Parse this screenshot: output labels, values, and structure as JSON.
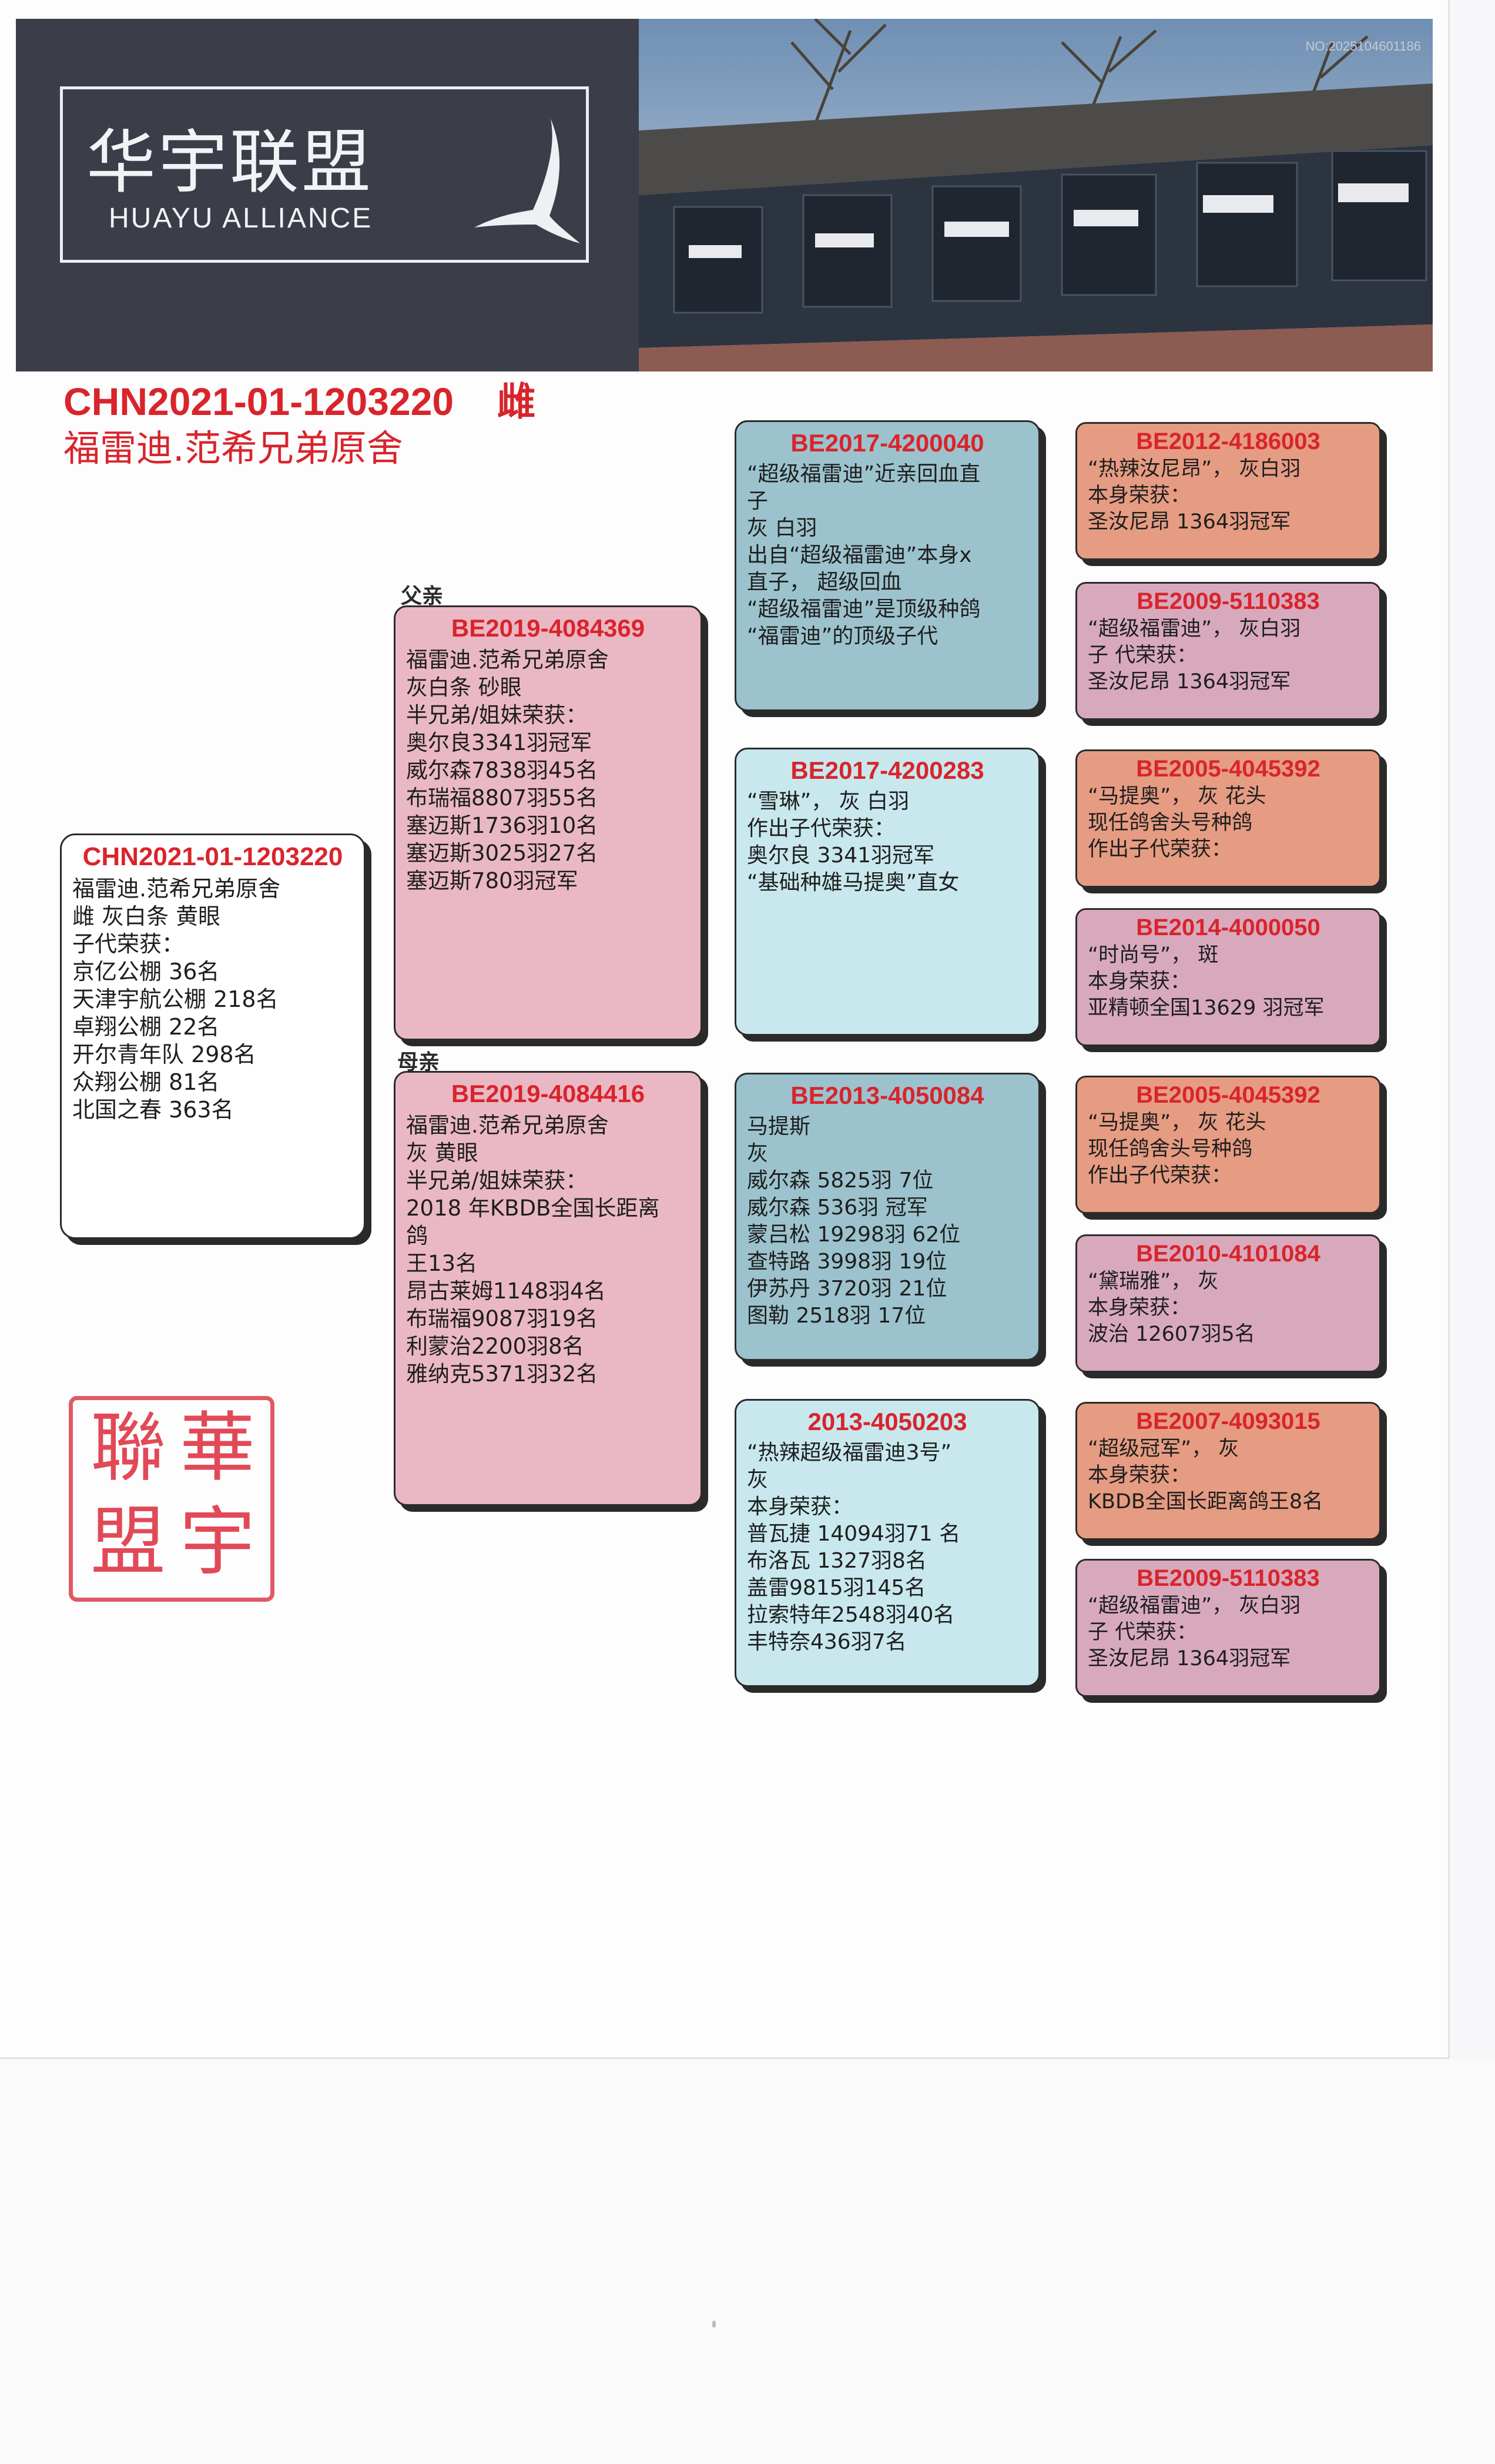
{
  "header": {
    "logo_cn": "华宇联盟",
    "logo_en": "HUAYU ALLIANCE",
    "serial": "NO:2025104601186"
  },
  "title": {
    "ring": "CHN2021-01-1203220    雌",
    "loft": "福雷迪.范希兄弟原舍"
  },
  "subject": {
    "code": "CHN2021-01-1203220",
    "lines": [
      "福雷迪.范希兄弟原舍",
      "雌    灰白条    黄眼",
      "子代荣获：",
      "京亿公棚 36名",
      "天津宇航公棚 218名",
      "卓翔公棚 22名",
      "开尔青年队 298名",
      "众翔公棚 81名",
      "北国之春 363名"
    ]
  },
  "labels": {
    "father": "父亲",
    "mother": "母亲"
  },
  "father": {
    "code": "BE2019-4084369",
    "lines": [
      "福雷迪.范希兄弟原舍",
      "灰白条    砂眼",
      "半兄弟/姐妹荣获：",
      "奥尔良3341羽冠军",
      "威尔森7838羽45名",
      "布瑞福8807羽55名",
      "塞迈斯1736羽10名",
      "塞迈斯3025羽27名",
      "塞迈斯780羽冠军"
    ]
  },
  "mother": {
    "code": "BE2019-4084416",
    "lines": [
      "福雷迪.范希兄弟原舍",
      "灰    黄眼",
      "半兄弟/姐妹荣获：",
      "2018 年KBDB全国长距离",
      "鸽",
      "王13名",
      "昂古莱姆1148羽4名",
      "布瑞福9087羽19名",
      "利蒙治2200羽8名",
      "雅纳克5371羽32名"
    ]
  },
  "gen2": [
    {
      "code": "BE2017-4200040",
      "lines": [
        "“超级福雷迪”近亲回血直",
        "子",
        "灰 白羽",
        "出自“超级福雷迪”本身x",
        "直子，  超级回血",
        "“超级福雷迪”是顶级种鸽",
        "“福雷迪”的顶级子代"
      ]
    },
    {
      "code": "BE2017-4200283",
      "lines": [
        "“雪琳”，   灰 白羽",
        "作出子代荣获：",
        "奥尔良 3341羽冠军",
        "“基础种雄马提奥”直女"
      ]
    },
    {
      "code": "BE2013-4050084",
      "lines": [
        "马提斯",
        "灰",
        "威尔森   5825羽  7位",
        "威尔森    536羽 冠军",
        "蒙吕松 19298羽 62位",
        "查特路   3998羽 19位",
        "伊苏丹   3720羽 21位",
        "图勒     2518羽 17位"
      ]
    },
    {
      "code": "2013-4050203",
      "lines": [
        "“热辣超级福雷迪3号”",
        "灰",
        "本身荣获：",
        "普瓦捷 14094羽71 名",
        "布洛瓦 1327羽8名",
        "盖雷9815羽145名",
        "拉索特年2548羽40名",
        "丰特奈436羽7名"
      ]
    }
  ],
  "gen3": [
    {
      "code": "BE2012-4186003",
      "lines": [
        "“热辣汝尼昂”，   灰白羽",
        "本身荣获：",
        "圣汝尼昂 1364羽冠军"
      ]
    },
    {
      "code": "BE2009-5110383",
      "lines": [
        "“超级福雷迪”，    灰白羽",
        "子 代荣获：",
        "圣汝尼昂 1364羽冠军"
      ]
    },
    {
      "code": "BE2005-4045392",
      "lines": [
        "“马提奥”，   灰 花头",
        "现任鸽舍头号种鸽",
        "作出子代荣获："
      ]
    },
    {
      "code": "BE2014-4000050",
      "lines": [
        "“时尚号”，   斑",
        "本身荣获：",
        "亚精顿全国13629 羽冠军"
      ]
    },
    {
      "code": "BE2005-4045392",
      "lines": [
        "“马提奥”，   灰 花头",
        "现任鸽舍头号种鸽",
        "作出子代荣获："
      ]
    },
    {
      "code": "BE2010-4101084",
      "lines": [
        "“黛瑞雅”，    灰",
        "本身荣获：",
        "波治 12607羽5名"
      ]
    },
    {
      "code": "BE2007-4093015",
      "lines": [
        "“超级冠军”，   灰",
        "本身荣获：",
        "KBDB全国长距离鸽王8名"
      ]
    },
    {
      "code": "BE2009-5110383",
      "lines": [
        "“超级福雷迪”，    灰白羽",
        "子 代荣获：",
        "圣汝尼昂 1364羽冠军"
      ]
    }
  ],
  "seal": {
    "chars": [
      "華",
      "宇",
      "聯",
      "盟"
    ]
  },
  "colors": {
    "accent": "#d9242c",
    "father_mother": "#eab8c4",
    "grandparent_dark": "#9cc3cd",
    "grandparent_light": "#c8e8ee",
    "great_orange": "#e69c82",
    "great_mauve": "#d8a9bd",
    "seal": "#e24957"
  }
}
